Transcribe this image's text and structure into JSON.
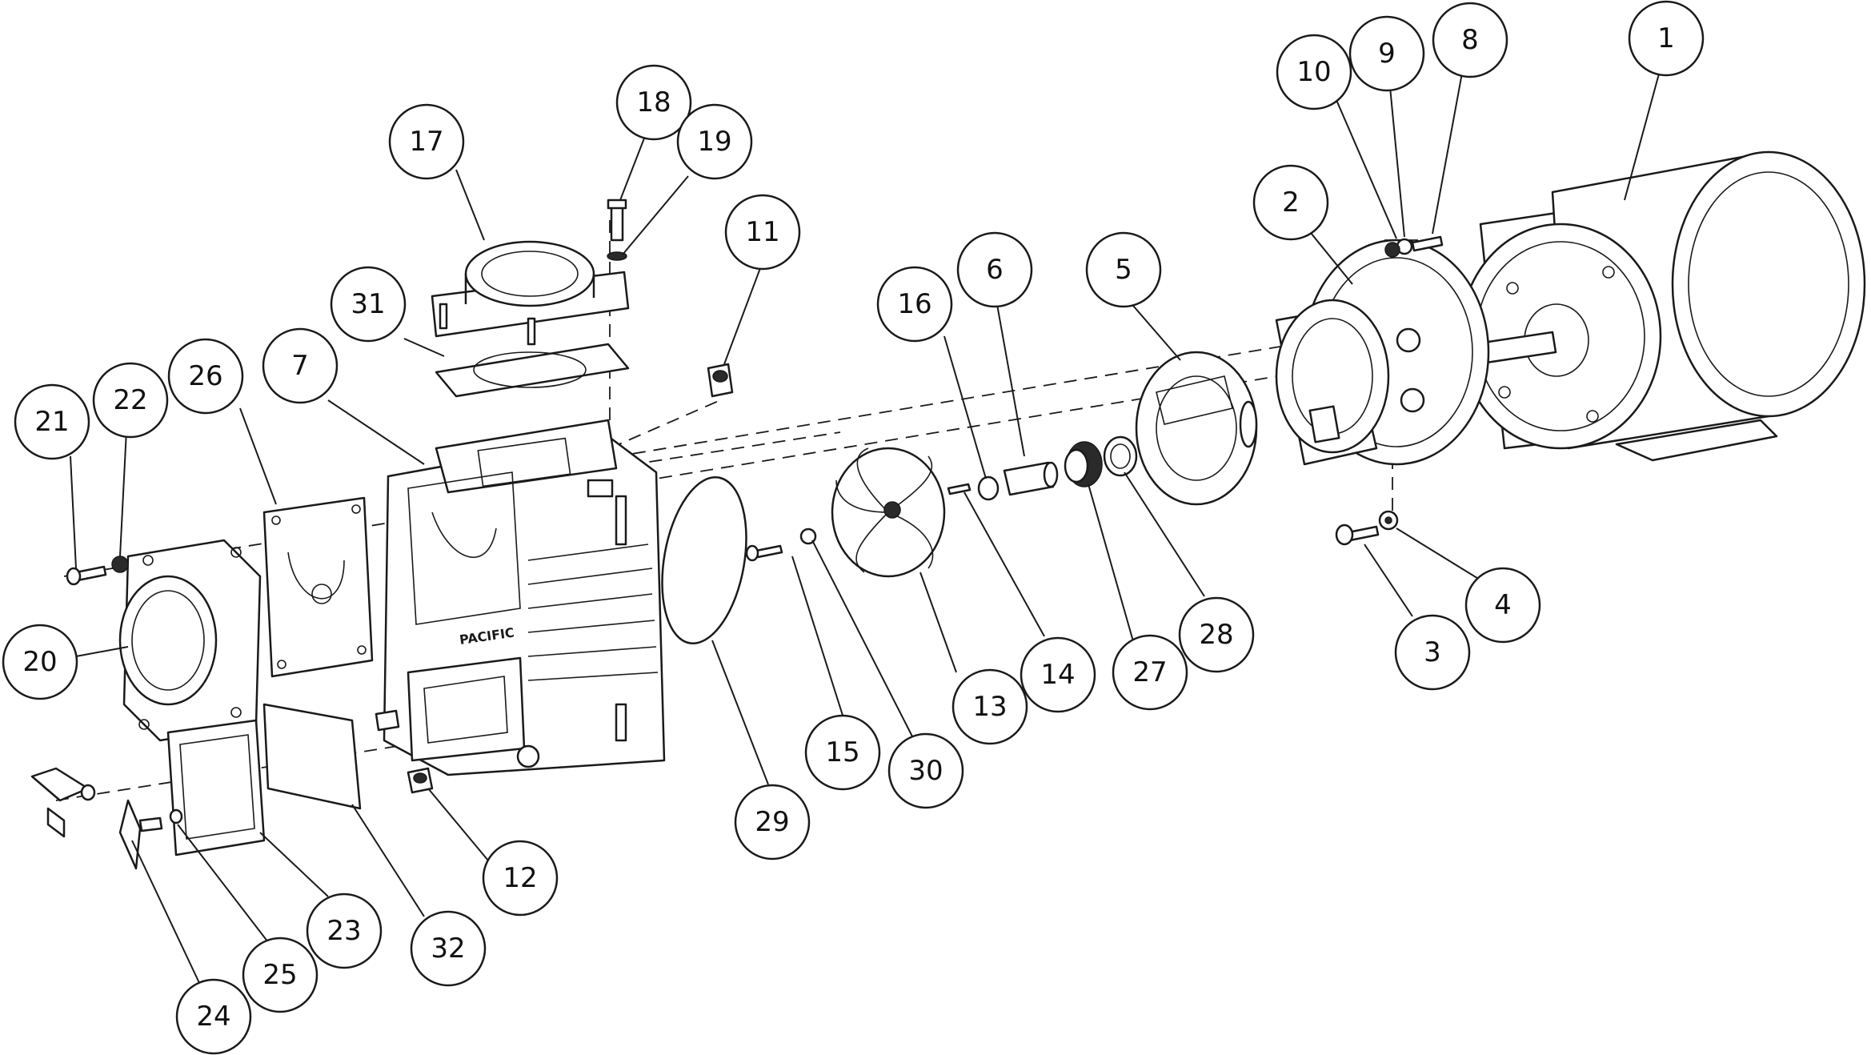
{
  "callouts": [
    {
      "id": "c1",
      "label": "1"
    },
    {
      "id": "c2",
      "label": "2"
    },
    {
      "id": "c3",
      "label": "3"
    },
    {
      "id": "c4",
      "label": "4"
    },
    {
      "id": "c5",
      "label": "5"
    },
    {
      "id": "c6",
      "label": "6"
    },
    {
      "id": "c7",
      "label": "7"
    },
    {
      "id": "c8",
      "label": "8"
    },
    {
      "id": "c9",
      "label": "9"
    },
    {
      "id": "c10",
      "label": "10"
    },
    {
      "id": "c11",
      "label": "11"
    },
    {
      "id": "c12",
      "label": "12"
    },
    {
      "id": "c13",
      "label": "13"
    },
    {
      "id": "c14",
      "label": "14"
    },
    {
      "id": "c15",
      "label": "15"
    },
    {
      "id": "c16",
      "label": "16"
    },
    {
      "id": "c17",
      "label": "17"
    },
    {
      "id": "c18",
      "label": "18"
    },
    {
      "id": "c19",
      "label": "19"
    },
    {
      "id": "c20",
      "label": "20"
    },
    {
      "id": "c21",
      "label": "21"
    },
    {
      "id": "c22",
      "label": "22"
    },
    {
      "id": "c23",
      "label": "23"
    },
    {
      "id": "c24",
      "label": "24"
    },
    {
      "id": "c25",
      "label": "25"
    },
    {
      "id": "c26",
      "label": "26"
    },
    {
      "id": "c27",
      "label": "27"
    },
    {
      "id": "c28",
      "label": "28"
    },
    {
      "id": "c29",
      "label": "29"
    },
    {
      "id": "c30",
      "label": "30"
    },
    {
      "id": "c31",
      "label": "31"
    },
    {
      "id": "c32",
      "label": "32"
    }
  ],
  "brand_text": "PACIFIC",
  "colors": {
    "line": "#1a1a1a",
    "background": "#ffffff"
  }
}
